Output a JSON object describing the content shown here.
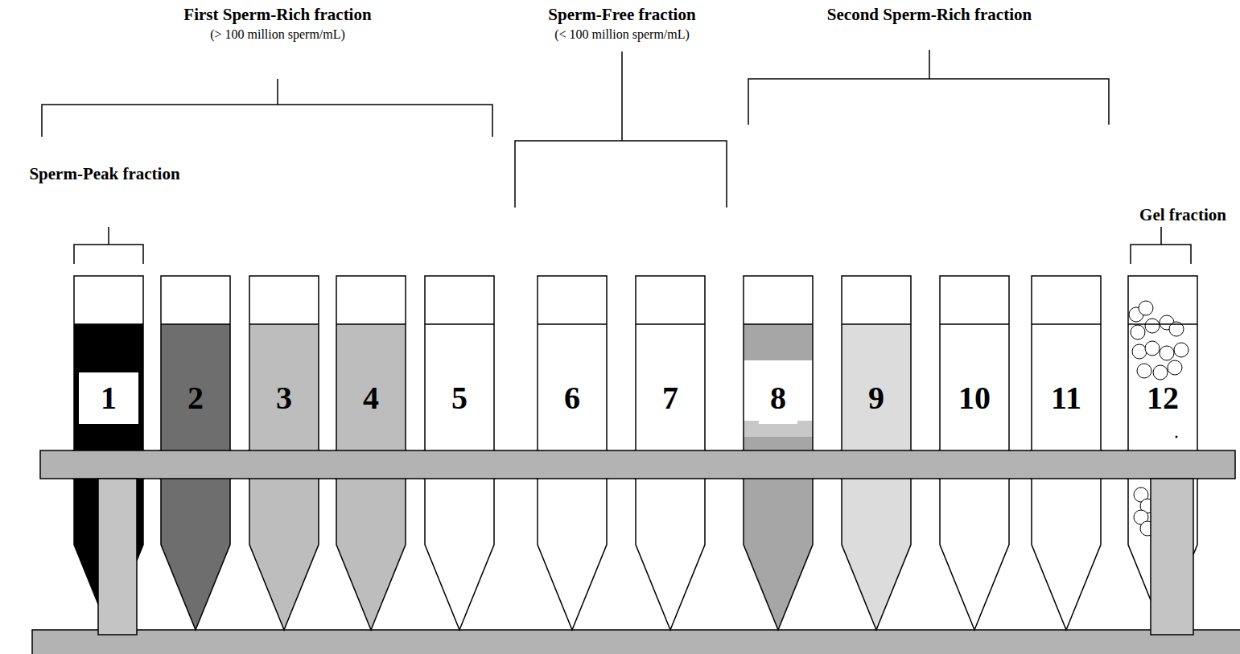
{
  "diagram": {
    "nodes": [
      {
        "text": [
          "1"
        ]
      },
      {
        "text": [
          "2"
        ]
      },
      {
        "text": [
          "3"
        ]
      },
      {
        "text": [
          "4"
        ]
      },
      {
        "text": [
          "5"
        ]
      },
      {
        "text": [
          "6"
        ]
      },
      {
        "text": [
          "7"
        ]
      },
      {
        "text": [
          "8"
        ]
      },
      {
        "text": [
          "9"
        ]
      },
      {
        "text": [
          "10"
        ]
      },
      {
        "text": [
          "11"
        ]
      },
      {
        "text": [
          "12"
        ]
      }
    ],
    "labels": [
      "First Sperm-Rich fraction",
      "(> 100 million sperm/mL)",
      "Sperm-Free fraction",
      "(< 100 million sperm/mL)",
      "Second Sperm-Rich fraction",
      "Sperm-Peak fraction",
      "Gel fraction"
    ]
  }
}
